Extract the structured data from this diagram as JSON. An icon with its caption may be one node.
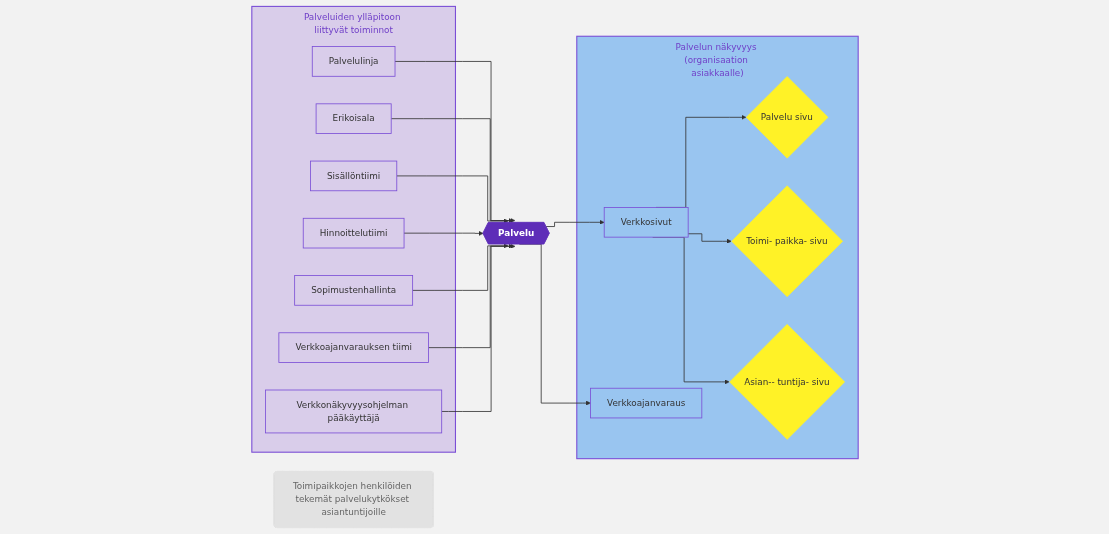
{
  "diagram": {
    "nodes": [
      {
        "text": [
          "Palveluiden ylläpitoon liittyvät toiminnot"
        ]
      },
      {
        "text": [
          "Palvelulinja"
        ],
        "in": 0
      },
      {
        "text": [
          "Erikoisala"
        ],
        "in": 0
      },
      {
        "text": [
          "Sisällöntiimi"
        ],
        "in": 0
      },
      {
        "text": [
          "Hinnoittelutiimi"
        ],
        "in": 0
      },
      {
        "text": [
          "Sopimustenhallinta"
        ],
        "in": 0
      },
      {
        "text": [
          "Verkkoajanvarauksen tiimi"
        ],
        "in": 0
      },
      {
        "text": [
          "Verkkonäkyvyysohjelman pääkäyttäjä"
        ],
        "in": 0
      },
      {
        "text": [
          "Toimipaikkojen henkilöiden tekemät palvelukytkökset asiantuntijoille"
        ]
      },
      {
        "text": [
          "Palvelu"
        ]
      },
      {
        "text": [
          "Palvelun näkyvyys (organisaation asiakkaalle)"
        ]
      },
      {
        "text": [
          "Verkkosivut"
        ],
        "in": 10
      },
      {
        "text": [
          "Palvelu sivu"
        ],
        "in": 10
      },
      {
        "text": [
          "Toimi- paikka- sivu"
        ],
        "in": 10
      },
      {
        "text": [
          "Asian-- tuntija- sivu"
        ],
        "in": 10
      },
      {
        "text": [
          "Verkkoajanvaraus"
        ],
        "in": 10
      }
    ],
    "edges": [
      {
        "from": 1,
        "to": 9,
        "arrow": "to"
      },
      {
        "from": 2,
        "to": 9,
        "arrow": "to"
      },
      {
        "from": 3,
        "to": 9,
        "arrow": "to"
      },
      {
        "from": 4,
        "to": 9,
        "arrow": "to"
      },
      {
        "from": 5,
        "to": 9,
        "arrow": "to"
      },
      {
        "from": 6,
        "to": 9,
        "arrow": "to"
      },
      {
        "from": 7,
        "to": 9,
        "arrow": "to"
      },
      {
        "from": 9,
        "to": 11,
        "arrow": "to"
      },
      {
        "from": 9,
        "to": 15,
        "arrow": "to"
      },
      {
        "from": 11,
        "to": 12,
        "arrow": "to"
      },
      {
        "from": 11,
        "to": 13,
        "arrow": "to"
      },
      {
        "from": 11,
        "to": 14,
        "arrow": "to"
      }
    ]
  }
}
